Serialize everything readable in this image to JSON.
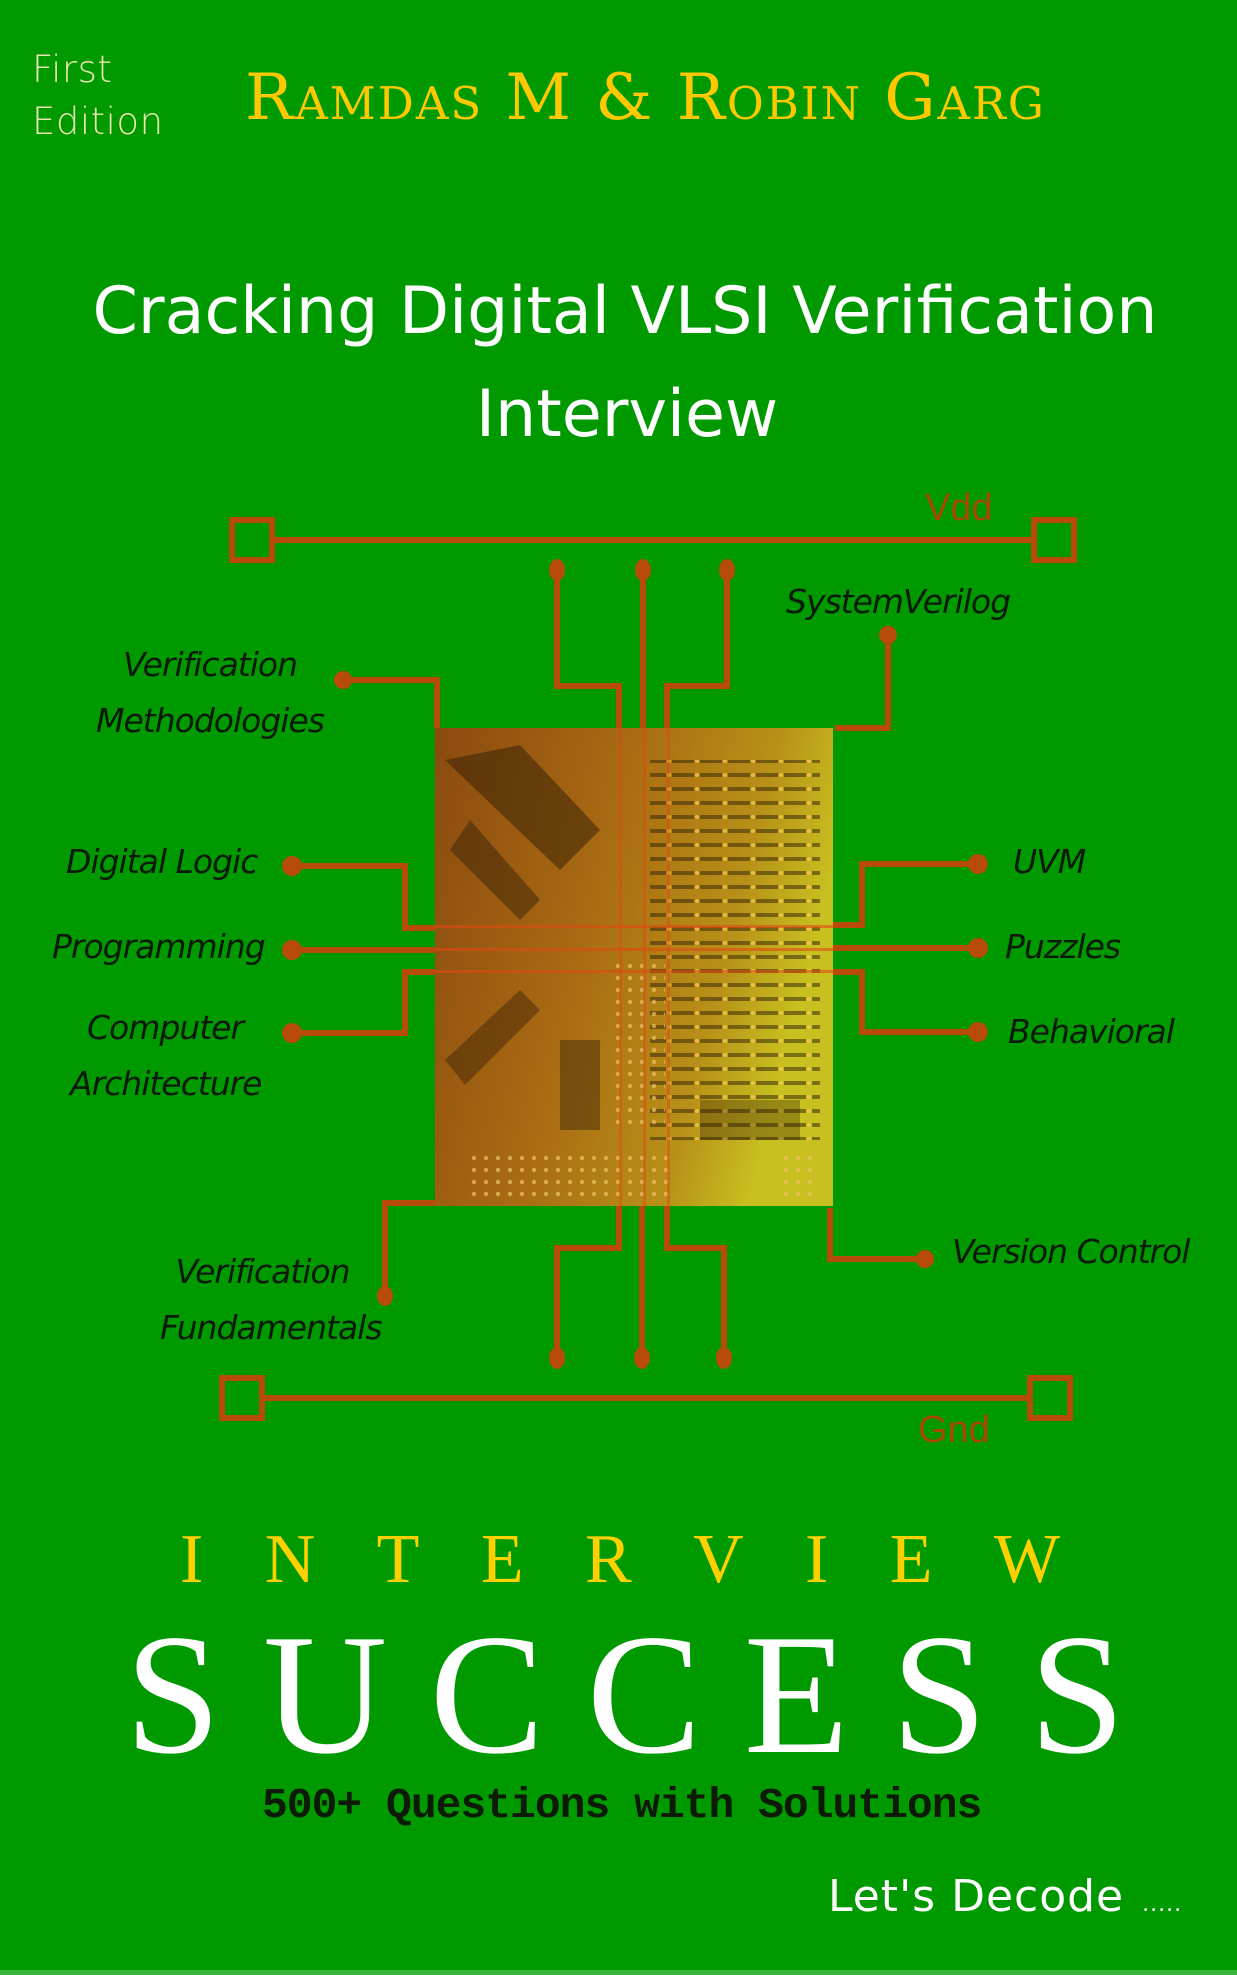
{
  "cover": {
    "edition": [
      "First",
      "Edition"
    ],
    "authors": "Ramdas M & Robin Garg",
    "title_line1": "Cracking Digital VLSI Verification",
    "title_line2": "Interview",
    "tagline_top_letters": [
      "I",
      "N",
      "T",
      "E",
      "R",
      "V",
      "I",
      "E",
      "W"
    ],
    "tagline_main_letters": [
      "S",
      "U",
      "C",
      "C",
      "E",
      "S",
      "S"
    ],
    "subtitle": "500+ Questions with Solutions",
    "slogan": "Let's Decode",
    "slogan_dots": "....."
  },
  "circuit": {
    "power_rail_label": "Vdd",
    "ground_rail_label": "Gnd",
    "topics_left": {
      "verification_methodologies": [
        "Verification",
        "Methodologies"
      ],
      "digital_logic": "Digital Logic",
      "programming": "Programming",
      "computer_architecture": [
        "Computer",
        "Architecture"
      ],
      "verification_fundamentals": [
        "Verification",
        "Fundamentals"
      ]
    },
    "topics_right": {
      "systemverilog": "SystemVerilog",
      "uvm": "UVM",
      "puzzles": "Puzzles",
      "behavioral": "Behavioral",
      "version_control": "Version Control"
    }
  },
  "colors": {
    "background": "#009a00",
    "author_gold": "#ffc800",
    "interview_yellow": "#ffd000",
    "wire_orange": "#b84a0a",
    "title_white": "#ffffff",
    "label_black": "#0a1a06"
  }
}
